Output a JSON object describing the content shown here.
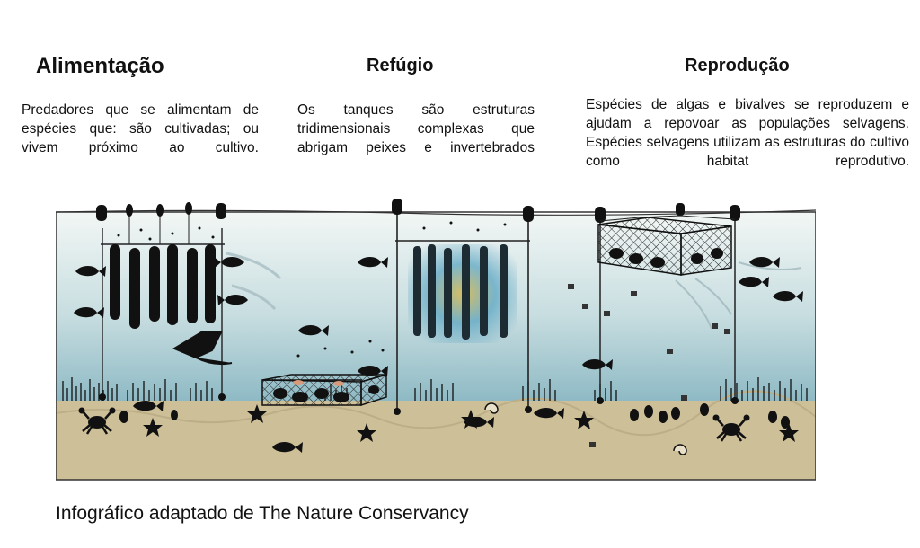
{
  "sections": [
    {
      "title": "Alimentação",
      "text": "Predadores que se alimentam de espécies que: são cultivadas; ou vivem próximo ao cultivo."
    },
    {
      "title": "Refúgio",
      "text": "Os tanques são estruturas tridimensionais complexas que abrigam peixes e invertebrados"
    },
    {
      "title": "Reprodução",
      "text": "Espécies de algas e bivalves se reproduzem e ajudam a repovoar as populações selvagens. Espécies selvagens utilizam as estruturas do cultivo como habitat reprodutivo."
    }
  ],
  "caption": "Infográfico adaptado de The Nature Conservancy",
  "colors": {
    "water_top": "#f2f6f4",
    "water_bottom": "#8fbcc6",
    "seabed": "#cdbf98",
    "ink": "#111111",
    "mussel_glow": "#4f9fbf"
  },
  "icons": [
    "buoy-icon",
    "fish-icon",
    "ray-icon",
    "crab-icon",
    "starfish-icon",
    "cage-icon",
    "mussel-line-icon",
    "snail-icon",
    "seagrass-icon"
  ]
}
